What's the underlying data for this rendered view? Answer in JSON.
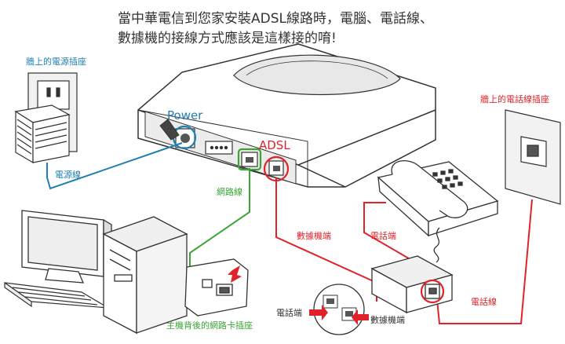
{
  "title": {
    "line1": "當中華電信到您家安裝ADSL線路時，電腦、電話線、",
    "line2": "數據機的接線方式應該是這樣接的唷!"
  },
  "labels": {
    "wall_power_outlet": "牆上的電源插座",
    "power_cord": "電源線",
    "power": "Power",
    "adsl": "ADSL",
    "network_cable": "網路線",
    "wall_phone_jack": "牆上的電話線插座",
    "modem_port": "數據機端",
    "phone_port_top": "電話端",
    "phone_line": "電話線",
    "nic_socket": "主機背後的網路卡插座",
    "phone_port_bottom": "電話端",
    "modem_port_bottom": "數據機端"
  },
  "colors": {
    "power": "#1f7fb0",
    "network": "#3aa535",
    "adsl": "#e0232a",
    "title": "#333333",
    "outline": "#333333"
  }
}
